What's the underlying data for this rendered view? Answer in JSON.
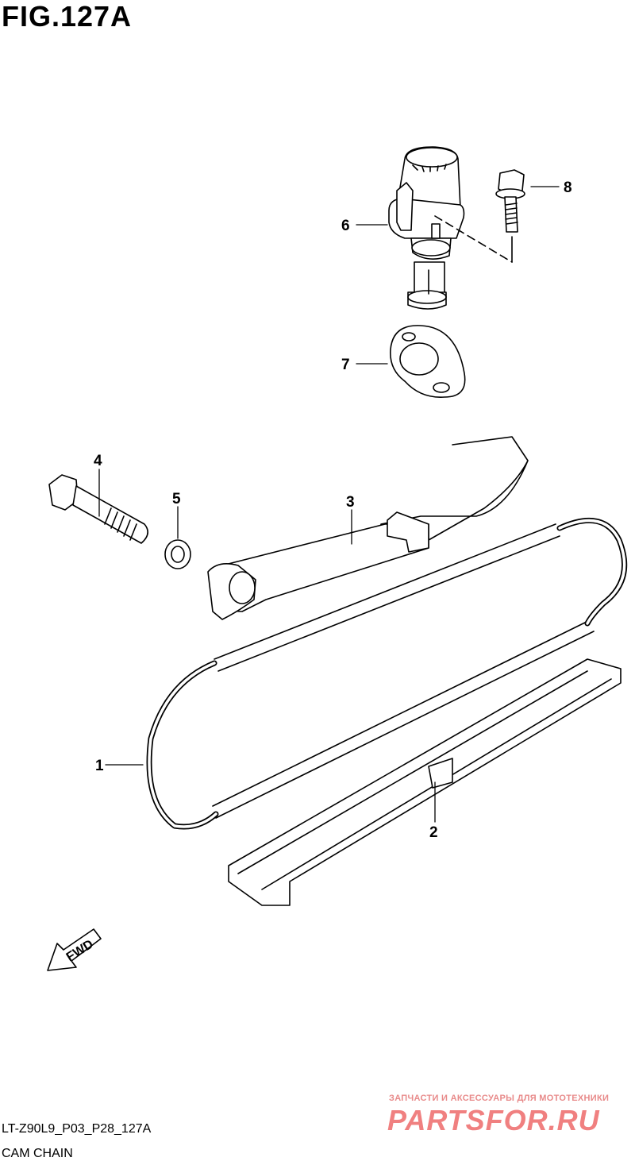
{
  "figure": {
    "title": "FIG.127A",
    "code": "LT-Z90L9_P03_P28_127A",
    "name": "CAM CHAIN"
  },
  "callouts": [
    {
      "id": "1",
      "label": "1"
    },
    {
      "id": "2",
      "label": "2"
    },
    {
      "id": "3",
      "label": "3"
    },
    {
      "id": "4",
      "label": "4"
    },
    {
      "id": "5",
      "label": "5"
    },
    {
      "id": "6",
      "label": "6"
    },
    {
      "id": "7",
      "label": "7"
    },
    {
      "id": "8",
      "label": "8"
    }
  ],
  "direction_marker": {
    "label": "FWD"
  },
  "watermark": {
    "tagline": "ЗАПЧАСТИ И АКСЕССУАРЫ ДЛЯ МОТОТЕХНИКИ",
    "brand": "PARTSFOR.RU"
  },
  "colors": {
    "line": "#000000",
    "background": "#ffffff",
    "watermark": "#f08080"
  }
}
